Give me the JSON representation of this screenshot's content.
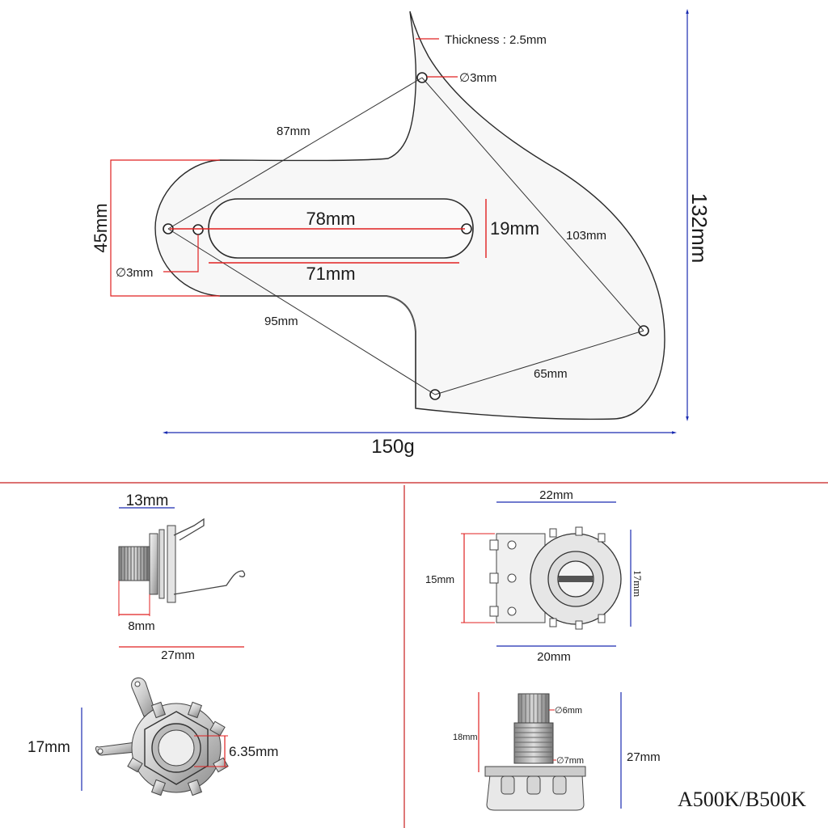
{
  "pickguard": {
    "thickness_label": "Thickness : 2.5mm",
    "hole_top_label": "∅3mm",
    "hole_left_label": "∅3mm",
    "dim_87": "87mm",
    "dim_95": "95mm",
    "dim_103": "103mm",
    "dim_65": "65mm",
    "dim_45": "45mm",
    "dim_78": "78mm",
    "dim_71": "71mm",
    "dim_19": "19mm",
    "dim_132": "132mm",
    "dim_150g": "150g"
  },
  "jack": {
    "dim_13": "13mm",
    "dim_8": "8mm",
    "dim_27": "27mm",
    "dim_17": "17mm",
    "dim_635": "6.35mm"
  },
  "pot": {
    "dim_22": "22mm",
    "dim_15": "15mm",
    "dim_17": "17mm",
    "dim_20": "20mm",
    "dim_18": "18mm",
    "dim_6": "∅6mm",
    "dim_7": "∅7mm",
    "dim_27": "27mm",
    "model": "A500K/B500K"
  },
  "colors": {
    "dimension_red": "#e02020",
    "dimension_blue": "#1a2bb0",
    "divider_red": "#c81e1e"
  }
}
